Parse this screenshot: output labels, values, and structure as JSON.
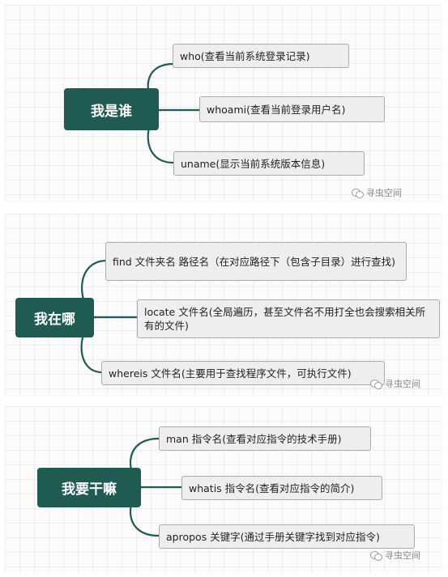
{
  "panels": [
    {
      "root": "我是谁",
      "items": [
        "who(查看当前系统登录记录)",
        "whoami(查看当前登录用户名)",
        "uname(显示当前系统版本信息)"
      ],
      "watermark": "寻虫空间"
    },
    {
      "root": "我在哪",
      "items": [
        "find 文件夹名 路径名（在对应路径下（包含子目录）进行查找)",
        "locate 文件名(全局遍历，甚至文件名不用打全也会搜索相关所有的文件)",
        "whereis 文件名(主要用于查找程序文件，可执行文件)"
      ],
      "watermark": "寻虫空间"
    },
    {
      "root": "我要干嘛",
      "items": [
        "man 指令名(查看对应指令的技术手册)",
        "whatis 指令名(查看对应指令的简介)",
        "apropos 关键字(通过手册关键字找到对应指令)"
      ],
      "watermark": "寻虫空间"
    }
  ],
  "colors": {
    "root_bg": "#1f5b53",
    "link": "#1f5b53",
    "leaf_bg": "#eeeeee",
    "leaf_border": "#aaaaaa"
  }
}
